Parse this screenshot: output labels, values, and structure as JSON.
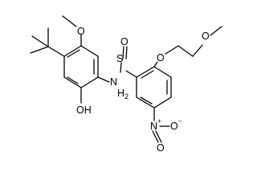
{
  "molecule": {
    "atoms": {
      "o_methoxy_ring": "O",
      "o_hydroxy": "OH",
      "s_sulfonyl": "S",
      "o_sulfonyl": "O",
      "nh_amide": "N",
      "nh_h": "H",
      "nh_h_count": "2",
      "o_ether": "O",
      "o_ether_terminal": "O",
      "n_nitro": "N",
      "n_nitro_charge": "+",
      "o_nitro_right": "O",
      "o_nitro_right_charge": "−",
      "o_nitro_bottom": "O"
    }
  }
}
